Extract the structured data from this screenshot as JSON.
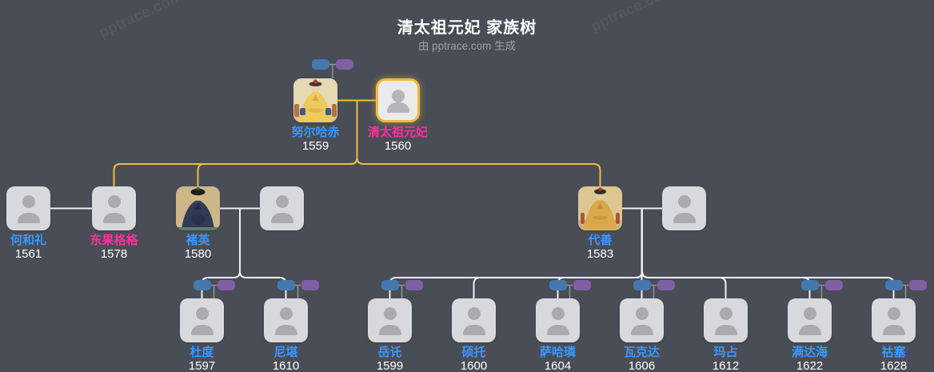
{
  "header": {
    "title": "清太祖元妃 家族树",
    "subtitle": "由 pptrace.com 生成"
  },
  "watermark": {
    "text": "pptrace.com"
  },
  "colors": {
    "background": "#494d56",
    "male_name": "#3b97ff",
    "female_name": "#ff2f9e",
    "year_text": "#ffffff",
    "lineage_line": "#eebc3f",
    "family_line": "#eef0f2",
    "stub_line": "#8f939b",
    "male_chip": "#4579ad",
    "female_chip": "#7f60a4",
    "highlight_border": "#efba41"
  },
  "people": {
    "nurhaci": {
      "name": "努尔哈赤",
      "year": "1559"
    },
    "yuanfei": {
      "name": "清太祖元妃",
      "year": "1560"
    },
    "heheli": {
      "name": "何和礼",
      "year": "1561"
    },
    "dongguo": {
      "name": "东果格格",
      "year": "1578"
    },
    "chuying": {
      "name": "褚英",
      "year": "1580"
    },
    "daishan": {
      "name": "代善",
      "year": "1583"
    },
    "dudu": {
      "name": "杜度",
      "year": "1597"
    },
    "nikan": {
      "name": "尼堪",
      "year": "1610"
    },
    "yuetuo": {
      "name": "岳讬",
      "year": "1599"
    },
    "shuotuo": {
      "name": "硕托",
      "year": "1600"
    },
    "sahalian": {
      "name": "萨哈璘",
      "year": "1604"
    },
    "wakeda": {
      "name": "瓦克达",
      "year": "1606"
    },
    "mazhan": {
      "name": "玛占",
      "year": "1612"
    },
    "mandahai": {
      "name": "满达海",
      "year": "1622"
    },
    "husai": {
      "name": "祜塞",
      "year": "1628"
    }
  },
  "tree": {
    "root_couple": [
      "努尔哈赤",
      "清太祖元妃"
    ],
    "children_of_root": [
      "东果格格",
      "褚英",
      "代善"
    ],
    "families": [
      {
        "husband": "何和礼",
        "wife": "东果格格",
        "children": []
      },
      {
        "husband": "褚英",
        "wife": "",
        "children": [
          "杜度",
          "尼堪"
        ]
      },
      {
        "husband": "代善",
        "wife": "",
        "children": [
          "岳讬",
          "硕托",
          "萨哈璘",
          "瓦克达",
          "玛占",
          "满达海",
          "祜塞"
        ]
      }
    ],
    "has_collapsed_relatives": [
      "努尔哈赤",
      "杜度",
      "尼堪",
      "岳讬",
      "萨哈璘",
      "瓦克达",
      "满达海",
      "祜塞"
    ]
  }
}
